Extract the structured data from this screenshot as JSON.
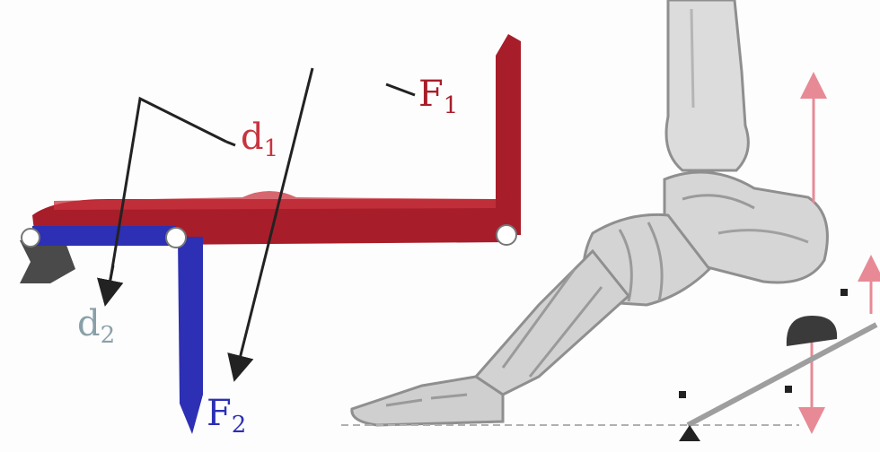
{
  "labels": {
    "f1": {
      "letter": "F",
      "sub": "1"
    },
    "f2": {
      "letter": "F",
      "sub": "2"
    },
    "d1": {
      "letter": "d",
      "sub": "1"
    },
    "d2": {
      "letter": "d",
      "sub": "2"
    }
  },
  "colors": {
    "lever_red": "#a81d2a",
    "lever_red_light": "#c8343f",
    "lever_blue": "#2d2fb4",
    "arrow_pink": "#e78a96",
    "bone": "#d9d9d9",
    "bone_shade": "#8f8f8f",
    "ink": "#222222"
  }
}
